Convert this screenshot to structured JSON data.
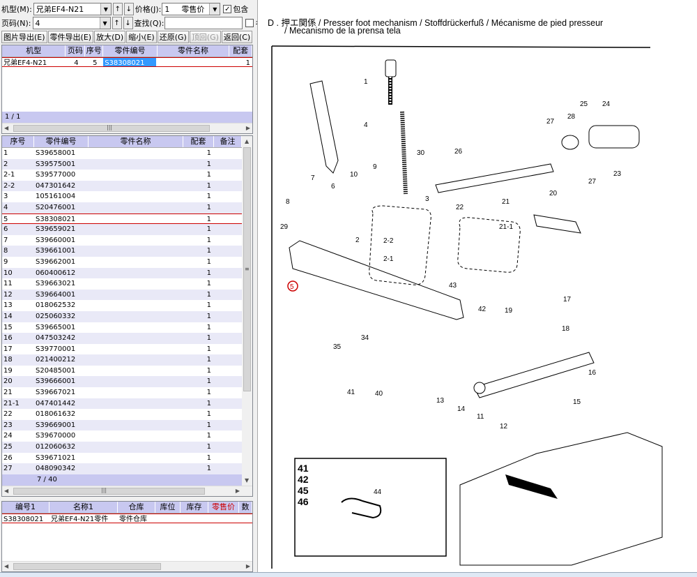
{
  "filters": {
    "model_label": "机型(M):",
    "model_value": "兄弟EF4-N21",
    "price_label": "价格(J):",
    "price_value": "1",
    "price_type": "零售价",
    "include_label": "包含",
    "page_label": "页码(N):",
    "page_value": "4",
    "find_label": "查找(Q):",
    "find_value": "",
    "name_label": "名称"
  },
  "toolbar": {
    "export_img": "图片导出(E)",
    "export_parts": "零件导出(E)",
    "zoom_in": "放大(D)",
    "zoom_out": "缩小(E)",
    "restore": "还原(G)",
    "roll": "顶回(G)",
    "back": "返回(C)"
  },
  "top_grid": {
    "headers": [
      "机型",
      "页码",
      "序号",
      "零件编号",
      "零件名称",
      "配套"
    ],
    "rows": [
      [
        "兄弟EF4-N21",
        "4",
        "5",
        "S38308021",
        "",
        "1"
      ]
    ],
    "footer": "1 / 1"
  },
  "parts_grid": {
    "headers": [
      "序号",
      "零件编号",
      "零件名称",
      "配套",
      "备注"
    ],
    "rows": [
      [
        "1",
        "S39658001",
        "",
        "1",
        ""
      ],
      [
        "2",
        "S39575001",
        "",
        "1",
        ""
      ],
      [
        "2-1",
        "S39577000",
        "",
        "1",
        ""
      ],
      [
        "2-2",
        "047301642",
        "",
        "1",
        ""
      ],
      [
        "3",
        "105161004",
        "",
        "1",
        ""
      ],
      [
        "4",
        "S20476001",
        "",
        "1",
        ""
      ],
      [
        "5",
        "S38308021",
        "",
        "1",
        ""
      ],
      [
        "6",
        "S39659021",
        "",
        "1",
        ""
      ],
      [
        "7",
        "S39660001",
        "",
        "1",
        ""
      ],
      [
        "8",
        "S39661001",
        "",
        "1",
        ""
      ],
      [
        "9",
        "S39662001",
        "",
        "1",
        ""
      ],
      [
        "10",
        "060400612",
        "",
        "1",
        ""
      ],
      [
        "11",
        "S39663021",
        "",
        "1",
        ""
      ],
      [
        "12",
        "S39664001",
        "",
        "1",
        ""
      ],
      [
        "13",
        "018062532",
        "",
        "1",
        ""
      ],
      [
        "14",
        "025060332",
        "",
        "1",
        ""
      ],
      [
        "15",
        "S39665001",
        "",
        "1",
        ""
      ],
      [
        "16",
        "047503242",
        "",
        "1",
        ""
      ],
      [
        "17",
        "S39770001",
        "",
        "1",
        ""
      ],
      [
        "18",
        "021400212",
        "",
        "1",
        ""
      ],
      [
        "19",
        "S20485001",
        "",
        "1",
        ""
      ],
      [
        "20",
        "S39666001",
        "",
        "1",
        ""
      ],
      [
        "21",
        "S39667021",
        "",
        "1",
        ""
      ],
      [
        "21-1",
        "047401442",
        "",
        "1",
        ""
      ],
      [
        "22",
        "018061632",
        "",
        "1",
        ""
      ],
      [
        "23",
        "S39669001",
        "",
        "1",
        ""
      ],
      [
        "24",
        "S39670000",
        "",
        "1",
        ""
      ],
      [
        "25",
        "012060632",
        "",
        "1",
        ""
      ],
      [
        "26",
        "S39671021",
        "",
        "1",
        ""
      ],
      [
        "27",
        "048090342",
        "",
        "1",
        ""
      ]
    ],
    "selected_index": 6,
    "footer": "7 / 40"
  },
  "stock_grid": {
    "headers": [
      "编号1",
      "名称1",
      "仓库",
      "库位",
      "库存",
      "零售价",
      "数"
    ],
    "rows": [
      [
        "S38308021",
        "兄弟EF4-N21零件",
        "零件仓库",
        "",
        "",
        "",
        ""
      ]
    ]
  },
  "diagram": {
    "title_line1": "D . 押エ関係 / Presser  foot  mechanism / Stoffdrückerfuß / Mécanisme de pied presseur",
    "title_line2": "/ Mecanismo de la prensa tela",
    "labels": [
      "1",
      "4",
      "3",
      "2",
      "2-2",
      "2-1",
      "29",
      "5",
      "6",
      "7",
      "8",
      "10",
      "9",
      "30",
      "26",
      "27",
      "28",
      "25",
      "24",
      "22",
      "21",
      "21-1",
      "20",
      "27",
      "23",
      "43",
      "42",
      "19",
      "17",
      "18",
      "35",
      "34",
      "41",
      "40",
      "13",
      "14",
      "11",
      "12",
      "15",
      "16"
    ],
    "inset_labels": [
      "41",
      "42",
      "45",
      "46"
    ],
    "inset_part": "44",
    "accent_color": "#cc0000"
  }
}
